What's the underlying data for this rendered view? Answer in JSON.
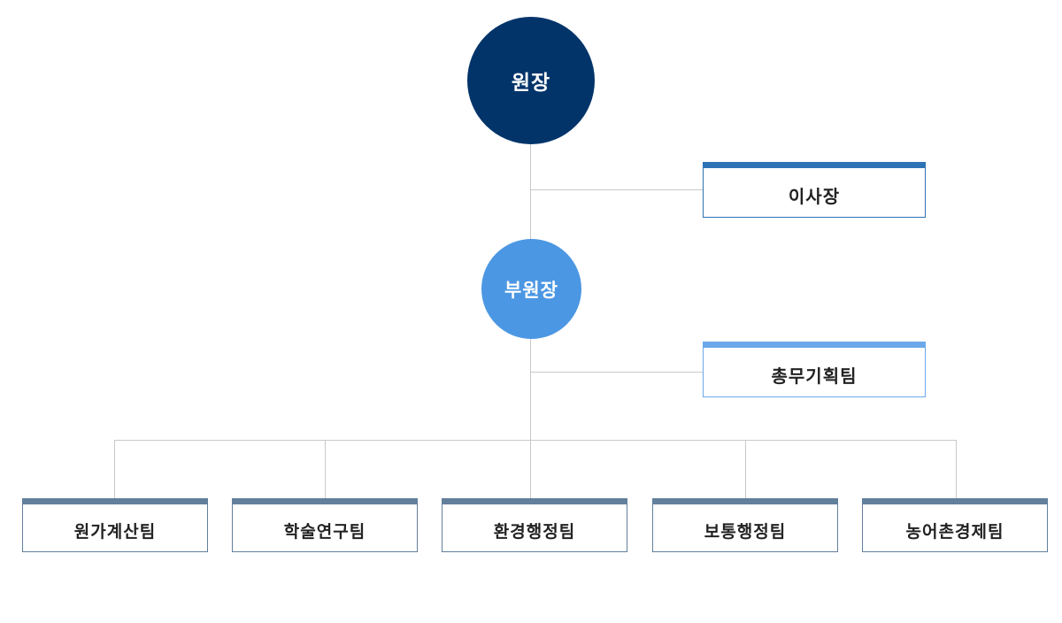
{
  "org_chart": {
    "director": {
      "label": "원장",
      "color": "#02346a"
    },
    "board_chair": {
      "label": "이사장",
      "accent": "#2e73b5"
    },
    "vice_director": {
      "label": "부원장",
      "color": "#4c97e3"
    },
    "general_affairs": {
      "label": "총무기획팀",
      "accent": "#6ba9ea"
    },
    "teams": [
      {
        "label": "원가계산팀"
      },
      {
        "label": "학술연구팀"
      },
      {
        "label": "환경행정팀"
      },
      {
        "label": "보통행정팀"
      },
      {
        "label": "농어촌경제팀"
      }
    ],
    "team_accent": "#627f9c"
  }
}
